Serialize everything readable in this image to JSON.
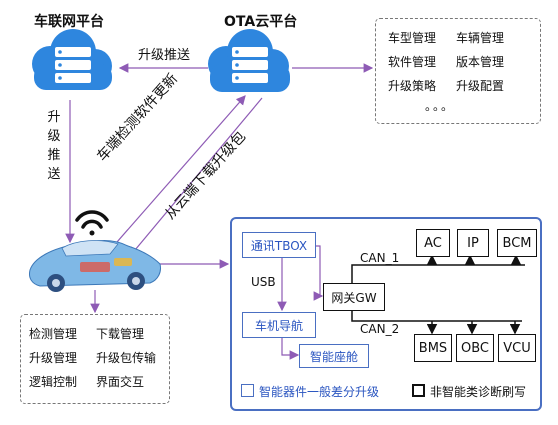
{
  "platforms": {
    "vehicle_net": "车联网平台",
    "ota": "OTA云平台"
  },
  "arrows": {
    "upgrade_push_h": "升级推送",
    "upgrade_push_v": [
      "升",
      "级",
      "推",
      "送"
    ],
    "detect_update": "车端检测软件更新",
    "cloud_download": "从云端下载升级包"
  },
  "ota_functions": {
    "items": [
      "车型管理",
      "车辆管理",
      "软件管理",
      "版本管理",
      "升级策略",
      "升级配置"
    ],
    "ellipsis": "。。。"
  },
  "vehicle_functions": {
    "items": [
      "检测管理",
      "下载管理",
      "升级管理",
      "升级包传输",
      "逻辑控制",
      "界面交互"
    ]
  },
  "architecture": {
    "tbox": "通讯TBOX",
    "usb": "USB",
    "head_unit": "车机导航",
    "smart_cockpit": "智能座舱",
    "gateway": "网关GW",
    "can1": "CAN_1",
    "can2": "CAN_2",
    "ecus_top": [
      "AC",
      "IP",
      "BCM"
    ],
    "ecus_bottom": [
      "BMS",
      "OBC",
      "VCU"
    ]
  },
  "legend": {
    "smart": "智能器件一般差分升级",
    "non_smart": "非智能类诊断刷写"
  },
  "colors": {
    "cloud": "#2e86de",
    "arrow": "#8e5bb5",
    "frame": "#4a6fc2",
    "blue_text": "#2a55c0"
  }
}
